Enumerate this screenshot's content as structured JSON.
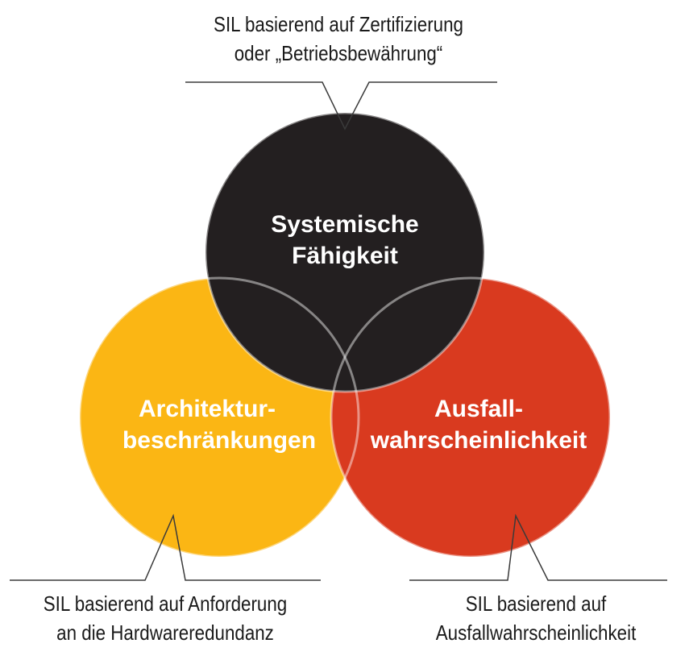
{
  "circles": {
    "top": {
      "line1": "Systemische",
      "line2": "Fähigkeit",
      "color": "#231f20"
    },
    "left": {
      "line1": "Architektur-",
      "line2": "beschränkungen",
      "color": "#fbb614"
    },
    "right": {
      "line1": "Ausfall-",
      "line2": "wahrscheinlichkeit",
      "color": "#d93a1f"
    }
  },
  "callouts": {
    "top": {
      "line1": "SIL basierend auf Zertifizierung",
      "line2": "oder „Betriebsbewährung“"
    },
    "left": {
      "line1": "SIL basierend auf Anforderung",
      "line2": "an die Hardwareredundanz"
    },
    "right": {
      "line1": "SIL basierend auf",
      "line2": "Ausfallwahrscheinlichkeit"
    }
  }
}
